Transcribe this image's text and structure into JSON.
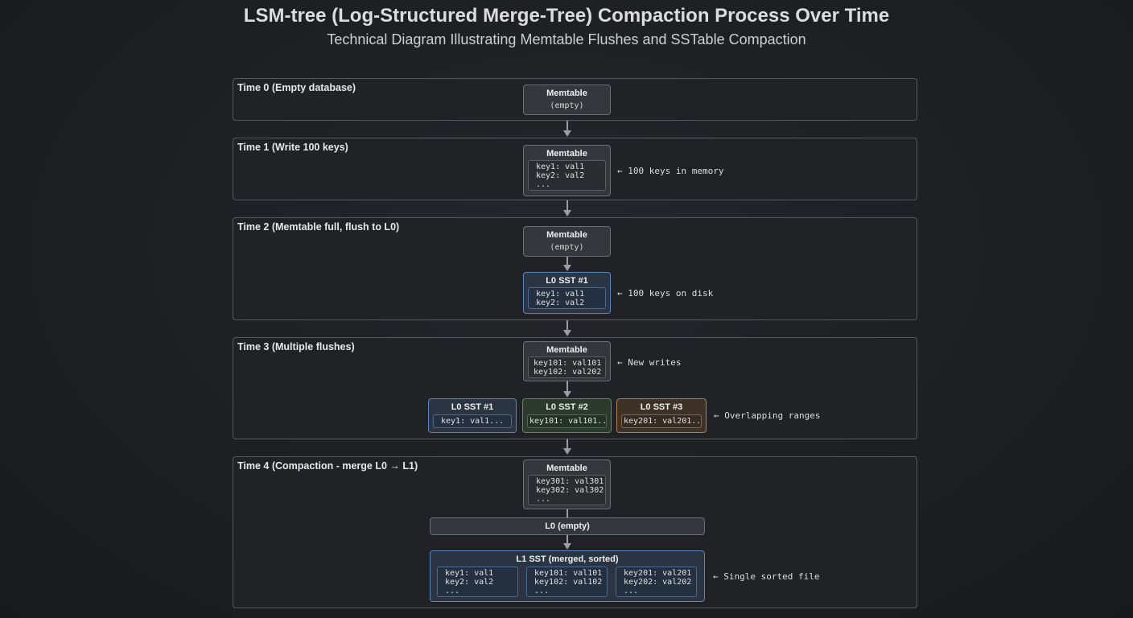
{
  "title": "LSM-tree (Log-Structured Merge-Tree) Compaction Process Over Time",
  "subtitle": "Technical Diagram Illustrating Memtable Flushes and SSTable Compaction",
  "stages": [
    {
      "label": "Time 0 (Empty database)",
      "memtable": {
        "title": "Memtable",
        "content": "(empty)"
      }
    },
    {
      "label": "Time 1 (Write 100 keys)",
      "memtable": {
        "title": "Memtable",
        "content": "key1: val1\nkey2: val2\n..."
      },
      "note": "← 100 keys in memory"
    },
    {
      "label": "Time 2 (Memtable full, flush to L0)",
      "memtable": {
        "title": "Memtable",
        "content": "(empty)"
      },
      "sst": {
        "title": "L0 SST #1",
        "content": "key1: val1\nkey2: val2"
      },
      "note": "← 100 keys on disk"
    },
    {
      "label": "Time 3 (Multiple flushes)",
      "memtable": {
        "title": "Memtable",
        "content": "key101: val101\nkey102: val202"
      },
      "memtable_note": "← New writes",
      "ssts": [
        {
          "title": "L0 SST #1",
          "content": "key1: val1..."
        },
        {
          "title": "L0 SST #2",
          "content": "key101: val101..."
        },
        {
          "title": "L0 SST #3",
          "content": "key201: val201..."
        }
      ],
      "sst_note": "← Overlapping ranges"
    },
    {
      "label": "Time 4 (Compaction - merge L0 → L1)",
      "memtable": {
        "title": "Memtable",
        "content": "key301: val301\nkey302: val302\n..."
      },
      "l0": "L0 (empty)",
      "l1": {
        "title": "L1 SST (merged, sorted)",
        "chunks": [
          "key1: val1\nkey2: val2\n...",
          "key101: val101\nkey102: val102\n...",
          "key201: val201\nkey202: val202\n..."
        ]
      },
      "note": "← Single sorted file"
    }
  ],
  "colors": {
    "background": "#1b1d20",
    "stage_border": "#55595f",
    "sst1_blue": "#5b86c2",
    "sst2_green": "#5e8d5a",
    "sst3_orange": "#b08050",
    "arrow": "#9a9ea4"
  }
}
